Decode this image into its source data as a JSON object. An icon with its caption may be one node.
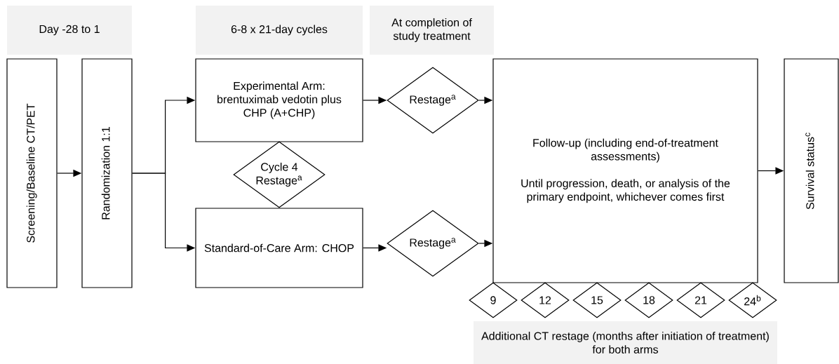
{
  "diagram": {
    "nodes": [
      {
        "text": [
          "Day -28 to 1"
        ]
      },
      {
        "text": [
          "6-8 x 21-day cycles"
        ]
      },
      {
        "text": [
          "At completion of study treatment"
        ]
      },
      {
        "text": [
          "Screening/Baseline CT/PET"
        ]
      },
      {
        "text": [
          "Randomization 1:1"
        ]
      },
      {
        "text": [
          "Experimental Arm: brentuximab vedotin plus CHP (A+CHP)"
        ]
      },
      {
        "text": [
          "Cycle 4 Restage$^{a}$"
        ]
      },
      {
        "text": [
          "Standard-of-Care Arm: CHOP"
        ]
      },
      {
        "text": [
          "Restage$^{a}$"
        ]
      },
      {
        "text": [
          "Restage$^{a}$"
        ]
      },
      {
        "text": [
          "Follow-up (including end-of-treatment assessments)",
          "Until progression, death, or analysis of the primary endpoint, whichever comes first"
        ]
      },
      {
        "text": [
          "Survival status$^{c}$"
        ]
      },
      {
        "text": [
          "9"
        ]
      },
      {
        "text": [
          "12"
        ]
      },
      {
        "text": [
          "15"
        ]
      },
      {
        "text": [
          "18"
        ]
      },
      {
        "text": [
          "21"
        ]
      },
      {
        "text": [
          "24$^{b}$"
        ]
      },
      {
        "text": [
          "Additional CT restage (months after initiation of treatment) for both arms"
        ]
      }
    ],
    "edges": [
      {
        "from": 3,
        "to": 4,
        "arrow": "to"
      },
      {
        "from": 4,
        "to": 5,
        "arrow": "to"
      },
      {
        "from": 4,
        "to": 7,
        "arrow": "to"
      },
      {
        "from": 5,
        "to": 8,
        "arrow": "to"
      },
      {
        "from": 7,
        "to": 9,
        "arrow": "to"
      },
      {
        "from": 8,
        "to": 10,
        "arrow": "to"
      },
      {
        "from": 9,
        "to": 10,
        "arrow": "to"
      },
      {
        "from": 10,
        "to": 11,
        "arrow": "to"
      }
    ]
  }
}
